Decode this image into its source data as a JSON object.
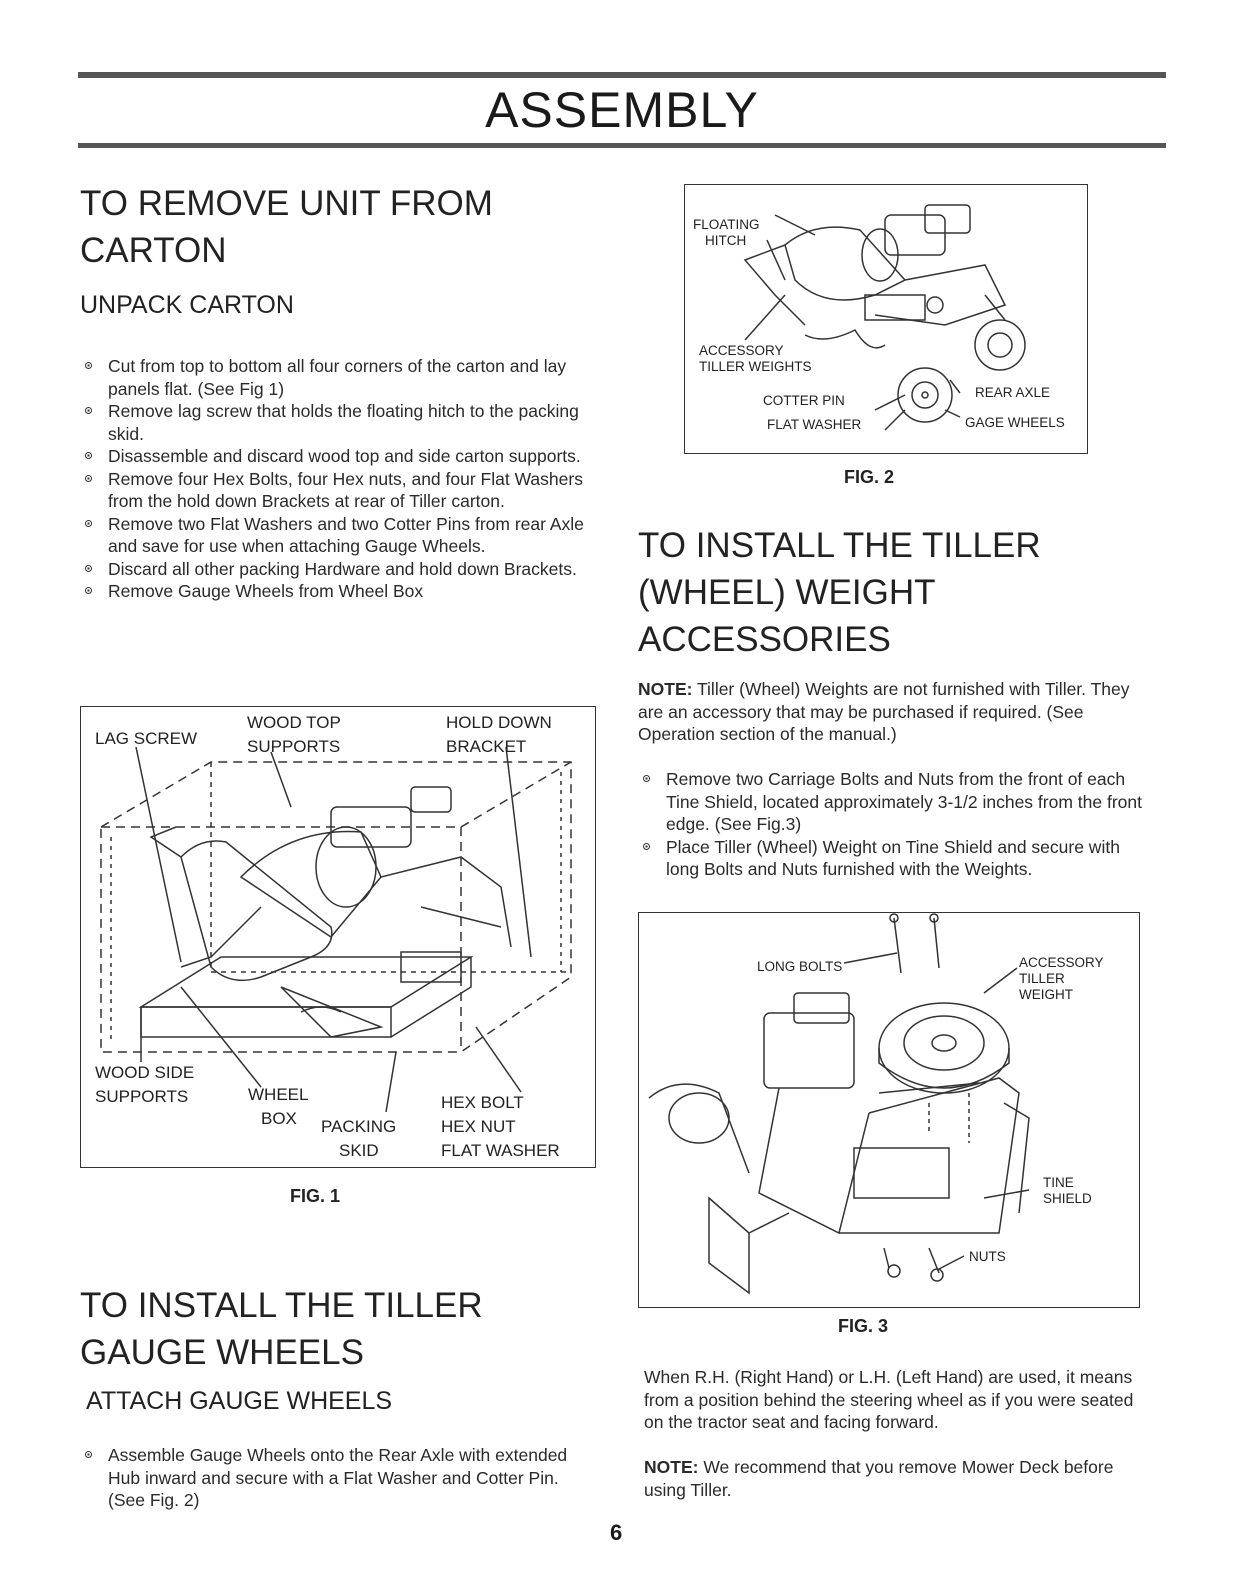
{
  "header": {
    "title": "ASSEMBLY"
  },
  "section1": {
    "title_line1": "TO REMOVE UNIT FROM",
    "title_line2": "CARTON",
    "subtitle": "UNPACK CARTON",
    "bullets": [
      "Cut from top to bottom all four corners of the carton and lay panels flat. (See Fig 1)",
      "Remove lag screw that holds the floating hitch to the packing skid.",
      "Disassemble and discard wood top and side carton supports.",
      "Remove four Hex Bolts, four Hex nuts, and four Flat Washers from the hold down Brackets at rear of Tiller carton.",
      "Remove two Flat Washers and two Cotter Pins from rear Axle and save for use when attaching Gauge Wheels.",
      "Discard all other packing Hardware and hold down Brackets.",
      "Remove Gauge Wheels from Wheel Box"
    ]
  },
  "fig1": {
    "caption": "FIG. 1",
    "labels": {
      "wood_top_1": "WOOD TOP",
      "wood_top_2": "SUPPORTS",
      "hold_down_1": "HOLD DOWN",
      "hold_down_2": "BRACKET",
      "lag_screw": "LAG SCREW",
      "wood_side_1": "WOOD SIDE",
      "wood_side_2": "SUPPORTS",
      "wheel_1": "WHEEL",
      "wheel_2": "BOX",
      "packing_1": "PACKING",
      "packing_2": "SKID",
      "hex_bolt": "HEX BOLT",
      "hex_nut": "HEX NUT",
      "flat_washer": "FLAT WASHER"
    }
  },
  "section2": {
    "title_line1": "TO INSTALL THE TILLER",
    "title_line2": "GAUGE WHEELS",
    "subtitle": "ATTACH GAUGE WHEELS",
    "bullets": [
      "Assemble Gauge Wheels onto the Rear Axle with extended Hub inward and secure with a Flat Washer and Cotter Pin. (See Fig. 2)"
    ]
  },
  "fig2": {
    "caption": "FIG. 2",
    "labels": {
      "floating_1": "FLOATING",
      "floating_2": "HITCH",
      "accessory_1": "ACCESSORY",
      "accessory_2": "TILLER WEIGHTS",
      "cotter_pin": "COTTER PIN",
      "flat_washer": "FLAT WASHER",
      "rear_axle": "REAR AXLE",
      "gage_wheels": "GAGE WHEELS"
    }
  },
  "section3": {
    "title_line1": "TO INSTALL THE TILLER",
    "title_line2": "(WHEEL) WEIGHT",
    "title_line3": "ACCESSORIES",
    "note_label": "NOTE:",
    "note_text": " Tiller (Wheel) Weights are not furnished with Tiller. They are an accessory that may be purchased if required. (See Operation section of the manual.)",
    "bullets": [
      "Remove two Carriage Bolts and Nuts from the front of each Tine Shield, located approximately 3-1/2 inches from the front edge. (See Fig.3)",
      "Place Tiller (Wheel) Weight on Tine Shield and secure with long Bolts and Nuts furnished with the Weights."
    ]
  },
  "fig3": {
    "caption": "FIG. 3",
    "labels": {
      "long_bolts": "LONG BOLTS",
      "accessory_1": "ACCESSORY",
      "accessory_2": "TILLER",
      "accessory_3": "WEIGHT",
      "tine_1": "TINE",
      "tine_2": "SHIELD",
      "nuts": "NUTS"
    }
  },
  "rh_lh": "When R.H. (Right Hand) or L.H. (Left Hand) are used, it means from a position behind the steering wheel as if you were seated on the tractor seat and facing forward.",
  "note2": {
    "label": "NOTE:",
    "text": " We recommend that you remove Mower Deck before using Tiller."
  },
  "page_number": "6"
}
